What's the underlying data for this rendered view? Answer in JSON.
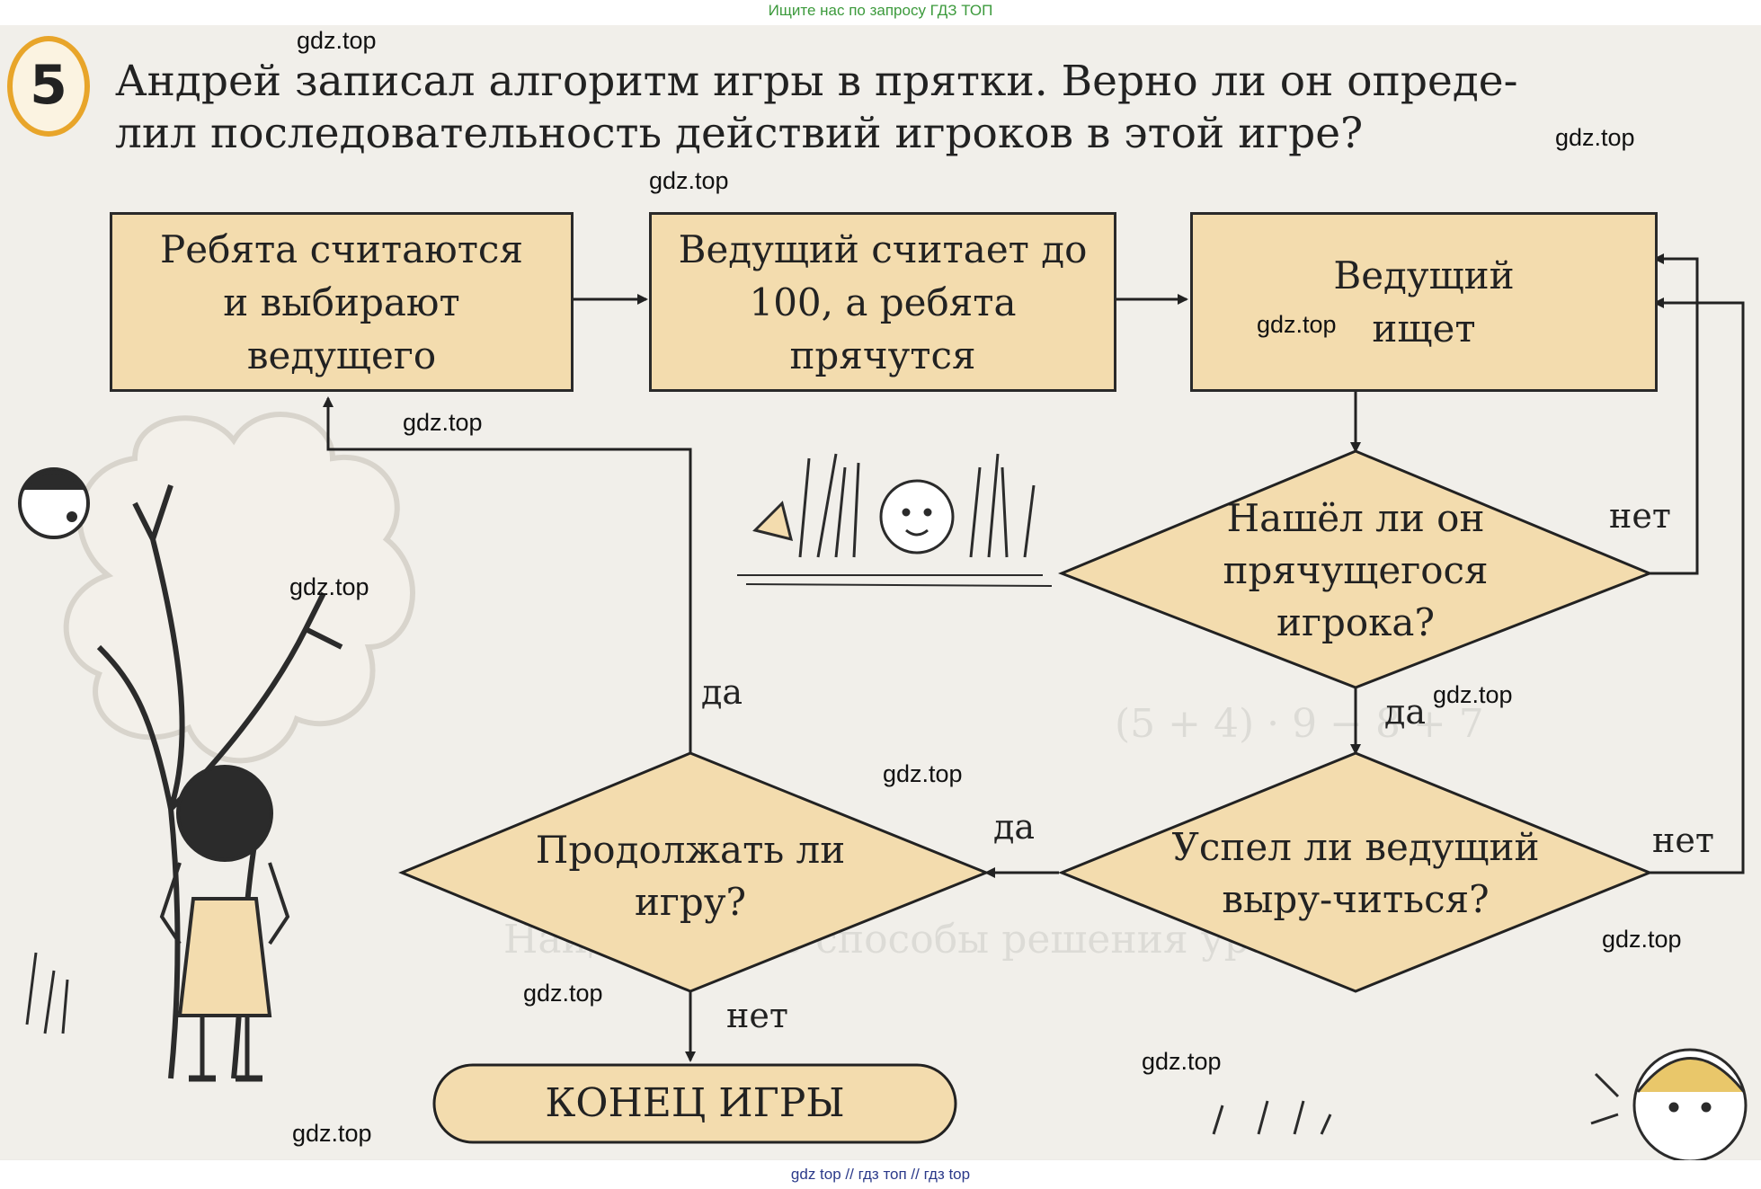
{
  "top_banner": "Ищите нас по запросу ГДЗ ТОП",
  "bottom_banner": "gdz top  //  гдз топ  //  гдз top",
  "task": {
    "number": "5",
    "line1": "Андрей записал алгоритм игры в прятки. Верно ли он опреде-",
    "line2": "лил последовательность действий игроков в этой игре?"
  },
  "flowchart": {
    "step1": "Ребята считаются и выбирают ведущего",
    "step2": "Ведущий считает до 100, а ребята прячутся",
    "step3": "Ведущий ищет",
    "decision1": "Нашёл ли он прячущегося игрока?",
    "decision2": "Успел ли ведущий выру-читься?",
    "decision3": "Продолжать ли игру?",
    "end": "КОНЕЦ ИГРЫ",
    "labels": {
      "d1_no": "нет",
      "d1_yes": "да",
      "d2_no": "нет",
      "d2_yes": "да",
      "d3_yes": "да",
      "d3_no": "нет"
    }
  },
  "watermark": "gdz.top",
  "colors": {
    "box_fill": "#f3dcae",
    "number_ring": "#e8a52a",
    "banner_text": "#3c9a3c"
  }
}
